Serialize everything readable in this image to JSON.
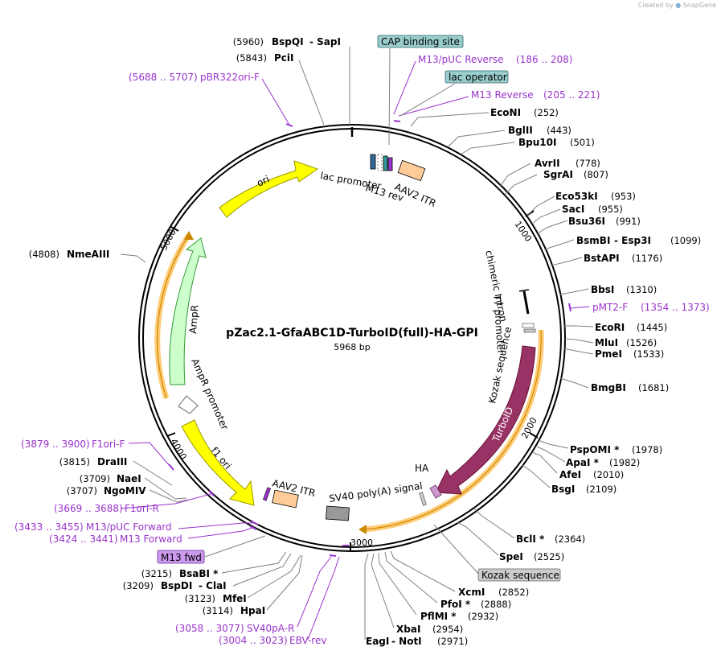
{
  "credit": {
    "prefix": "Created by",
    "brand": "SnapGene"
  },
  "plasmid": {
    "name": "pZac2.1-GfaABC1D-TurboID(full)-HA-GPI",
    "length": "5968 bp"
  },
  "colors": {
    "backbone": "#000000",
    "ori": "#ffff00",
    "ampr": "#ccffcc",
    "f1ori": "#ffff00",
    "turboid": "#993366",
    "itr": "#ffcc99",
    "polya": "#999999",
    "primer": "#9933cc",
    "orange_band": "#ffcc77"
  },
  "ticks": [
    {
      "label": "1000"
    },
    {
      "label": "2000"
    },
    {
      "label": "3000"
    },
    {
      "label": "4000"
    },
    {
      "label": "5000"
    }
  ],
  "enzymes": [
    {
      "left": "(5960)",
      "name": "BspQI",
      "extra": " - SapI"
    },
    {
      "left": "(5843)",
      "name": "PciI"
    },
    {
      "name": "EcoNI",
      "pos": "(252)"
    },
    {
      "name": "BglII",
      "pos": "(443)"
    },
    {
      "name": "Bpu10I",
      "pos": "(501)"
    },
    {
      "name": "AvrII",
      "pos": "(778)"
    },
    {
      "name": "SgrAI",
      "pos": "(807)"
    },
    {
      "name": "Eco53kI",
      "pos": "(953)"
    },
    {
      "name": "SacI",
      "pos": "(955)"
    },
    {
      "name": "Bsu36I",
      "pos": "(991)"
    },
    {
      "name": "BsmBI",
      "extra": " - Esp3I",
      "pos": "(1099)"
    },
    {
      "name": "BstAPI",
      "pos": "(1176)"
    },
    {
      "name": "BbsI",
      "pos": "(1310)"
    },
    {
      "name": "EcoRI",
      "pos": "(1445)"
    },
    {
      "name": "MluI",
      "pos": "(1526)"
    },
    {
      "name": "PmeI",
      "pos": "(1533)"
    },
    {
      "name": "BmgBI",
      "pos": "(1681)"
    },
    {
      "name": "PspOMI *",
      "pos": "(1978)"
    },
    {
      "name": "ApaI *",
      "pos": "(1982)"
    },
    {
      "name": "AfeI",
      "pos": "(2010)"
    },
    {
      "name": "BsgI",
      "pos": "(2109)"
    },
    {
      "name": "BclI *",
      "pos": "(2364)"
    },
    {
      "name": "SpeI",
      "pos": "(2525)"
    },
    {
      "name": "XcmI",
      "pos": "(2852)"
    },
    {
      "name": "PfoI *",
      "pos": "(2888)"
    },
    {
      "name": "PflMI *",
      "pos": "(2932)"
    },
    {
      "name": "XbaI",
      "pos": "(2954)"
    },
    {
      "name": "EagI",
      "extra": " - NotI",
      "pos": "(2971)"
    },
    {
      "left": "(4808)",
      "name": "NmeAIII"
    },
    {
      "left": "(3815)",
      "name": "DraIII"
    },
    {
      "left": "(3709)",
      "name": "NaeI"
    },
    {
      "left": "(3707)",
      "name": "NgoMIV"
    },
    {
      "left": "(3215)",
      "name": "BsaBI *"
    },
    {
      "left": "(3209)",
      "name": "BspDI",
      "extra": " - ClaI"
    },
    {
      "left": "(3123)",
      "name": "MfeI"
    },
    {
      "left": "(3114)",
      "name": "HpaI"
    }
  ],
  "primers": [
    {
      "name": "M13/pUC Reverse",
      "range": "(186 .. 208)"
    },
    {
      "name": "M13 Reverse",
      "range": "(205 .. 221)"
    },
    {
      "name": "pMT2-F",
      "range": "(1354 .. 1373)"
    },
    {
      "range": "(5688 .. 5707)",
      "name": "pBR322ori-F"
    },
    {
      "range": "(3879 .. 3900)",
      "name": "F1ori-F"
    },
    {
      "range": "(3669 .. 3688)",
      "name": "F1ori-R"
    },
    {
      "range": "(3433 .. 3455)",
      "name": "M13/pUC Forward"
    },
    {
      "range": "(3424 .. 3441)",
      "name": "M13 Forward"
    },
    {
      "range": "(3058 .. 3077)",
      "name": "SV40pA-R"
    },
    {
      "range": "(3004 .. 3023)",
      "name": "EBV-rev"
    }
  ],
  "boxed_labels": [
    {
      "text": "CAP binding site"
    },
    {
      "text": "lac operator"
    },
    {
      "text": "Kozak sequence"
    },
    {
      "text": "M13 fwd"
    }
  ],
  "features": [
    {
      "text": "ori"
    },
    {
      "text": "lac promoter"
    },
    {
      "text": "M13 rev"
    },
    {
      "text": "AAV2 ITR"
    },
    {
      "text": "chimeric intron"
    },
    {
      "text": "T7 promoter"
    },
    {
      "text": "Kozak sequence"
    },
    {
      "text": "TurboID"
    },
    {
      "text": "HA"
    },
    {
      "text": "SV40 poly(A) signal"
    },
    {
      "text": "AAV2 ITR"
    },
    {
      "text": "f1 ori"
    },
    {
      "text": "AmpR promoter"
    },
    {
      "text": "AmpR"
    }
  ]
}
